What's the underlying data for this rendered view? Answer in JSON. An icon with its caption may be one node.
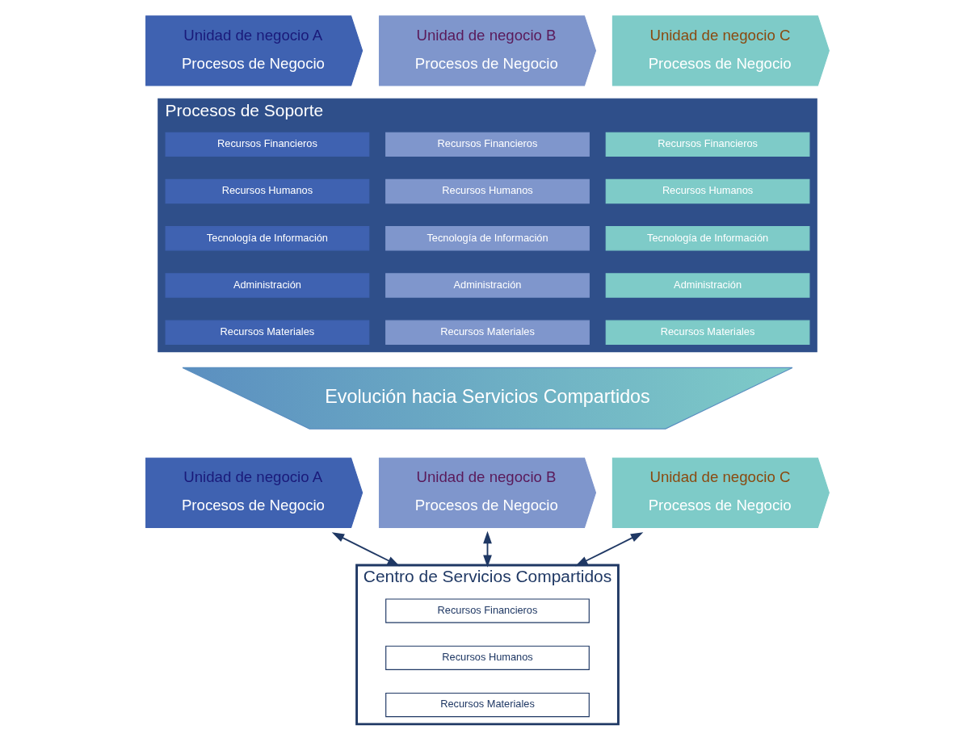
{
  "diagram": {
    "nodes": [
      {
        "text": [
          "Unidad de negocio A",
          "Procesos de Negocio"
        ]
      },
      {
        "text": [
          "Unidad de negocio B",
          "Procesos de Negocio"
        ]
      },
      {
        "text": [
          "Unidad de negocio C",
          "Procesos de Negocio"
        ]
      },
      {
        "text": [
          "Procesos de Soporte"
        ]
      },
      {
        "text": [
          "Recursos Financieros"
        ],
        "in": 3
      },
      {
        "text": [
          "Recursos Humanos"
        ],
        "in": 3
      },
      {
        "text": [
          "Tecnología de Información"
        ],
        "in": 3
      },
      {
        "text": [
          "Administración"
        ],
        "in": 3
      },
      {
        "text": [
          "Recursos Materiales"
        ],
        "in": 3
      },
      {
        "text": [
          "Recursos Financieros"
        ],
        "in": 3
      },
      {
        "text": [
          "Recursos Humanos"
        ],
        "in": 3
      },
      {
        "text": [
          "Tecnología de Información"
        ],
        "in": 3
      },
      {
        "text": [
          "Administración"
        ],
        "in": 3
      },
      {
        "text": [
          "Recursos Materiales"
        ],
        "in": 3
      },
      {
        "text": [
          "Recursos Financieros"
        ],
        "in": 3
      },
      {
        "text": [
          "Recursos Humanos"
        ],
        "in": 3
      },
      {
        "text": [
          "Tecnología de Información"
        ],
        "in": 3
      },
      {
        "text": [
          "Administración"
        ],
        "in": 3
      },
      {
        "text": [
          "Recursos Materiales"
        ],
        "in": 3
      },
      {
        "text": [
          "Evolución hacia Servicios Compartidos"
        ]
      },
      {
        "text": [
          "Unidad de negocio A",
          "Procesos de Negocio"
        ]
      },
      {
        "text": [
          "Unidad de negocio B",
          "Procesos de Negocio"
        ]
      },
      {
        "text": [
          "Unidad de negocio C",
          "Procesos de Negocio"
        ]
      },
      {
        "text": [
          "Centro de Servicios Compartidos"
        ]
      },
      {
        "text": [
          "Recursos Financieros"
        ],
        "in": 23
      },
      {
        "text": [
          "Recursos Humanos"
        ],
        "in": 23
      },
      {
        "text": [
          "Recursos Materiales"
        ],
        "in": 23
      }
    ],
    "edges": [
      {
        "from": 20,
        "to": 23,
        "arrow": "both"
      },
      {
        "from": 21,
        "to": 23,
        "arrow": "both"
      },
      {
        "from": 22,
        "to": 23,
        "arrow": "both"
      }
    ]
  }
}
